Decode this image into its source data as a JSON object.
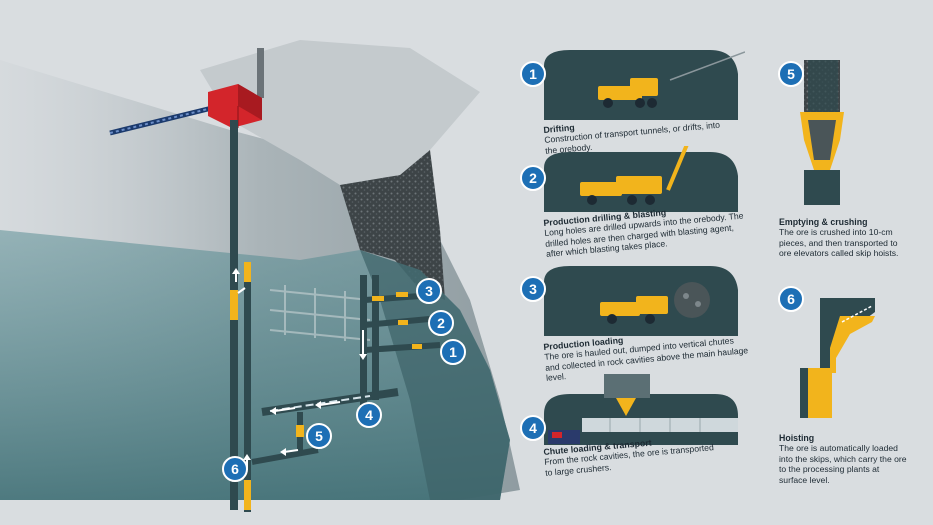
{
  "colors": {
    "background": "#d9dde0",
    "badge": "#1d6fb5",
    "tunnel": "#2f4a4f",
    "machine": "#f2b41c",
    "ore": "#3a4d52",
    "water": "#4a7c82",
    "headframe": "#d3252b"
  },
  "steps": [
    {
      "number": "1",
      "title": "Drifting",
      "description": "Construction of transport tunnels, or drifts, into the orebody."
    },
    {
      "number": "2",
      "title": "Production drilling & blasting",
      "description": "Long holes are drilled upwards into the orebody. The drilled holes are then charged with blasting agent, after which blasting takes place."
    },
    {
      "number": "3",
      "title": "Production loading",
      "description": "The ore is hauled out, dumped into vertical chutes and collected in rock cavities above the main haulage level."
    },
    {
      "number": "4",
      "title": "Chute loading & transport",
      "description": "From the rock cavities, the ore is transported to large crushers."
    },
    {
      "number": "5",
      "title": "Emptying & crushing",
      "description": "The ore is crushed into 10-cm pieces, and then transported to ore elevators called skip hoists."
    },
    {
      "number": "6",
      "title": "Hoisting",
      "description": "The ore is automatically loaded into the skips, which carry the ore to the processing plants at surface level."
    }
  ],
  "scene_markers": [
    "1",
    "2",
    "3",
    "4",
    "5",
    "6"
  ]
}
